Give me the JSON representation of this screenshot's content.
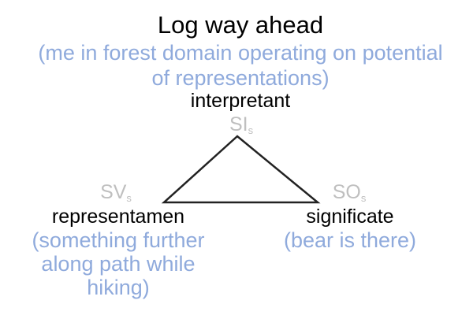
{
  "title": "Log way ahead",
  "subtitle": [
    "(me in forest domain operating on potential",
    "of representations)"
  ],
  "interpretant": {
    "label": "interpretant",
    "sign_main": "SI",
    "sign_sub": "s"
  },
  "representamen": {
    "label": "representamen",
    "sign_main": "SV",
    "sign_sub": "s",
    "note": [
      "(something further",
      "along path while",
      "hiking)"
    ]
  },
  "significate": {
    "label": "significate",
    "sign_main": "SO",
    "sign_sub": "s",
    "note": [
      "(bear is there)"
    ]
  },
  "colors": {
    "note": "#8faadc",
    "sign": "#bfbfbf",
    "label": "#000000",
    "line": "#222222"
  }
}
